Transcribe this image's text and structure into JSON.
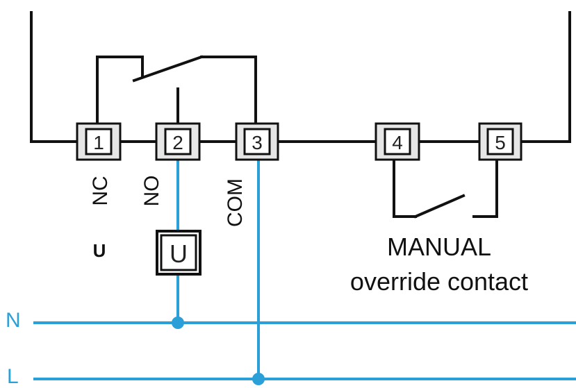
{
  "terminals": [
    {
      "number": "1",
      "function": "NC"
    },
    {
      "number": "2",
      "function": "NO"
    },
    {
      "number": "3",
      "function": "COM"
    },
    {
      "number": "4",
      "function": ""
    },
    {
      "number": "5",
      "function": ""
    }
  ],
  "load": {
    "side_label": "U",
    "box_label": "U"
  },
  "manual_contact": {
    "line1": "MANUAL",
    "line2": "override contact"
  },
  "supply_lines": {
    "neutral": "N",
    "live": "L"
  },
  "colors": {
    "wire": "#111111",
    "supply": "#2b9fd8",
    "terminal_fill": "#e6e6e6"
  }
}
